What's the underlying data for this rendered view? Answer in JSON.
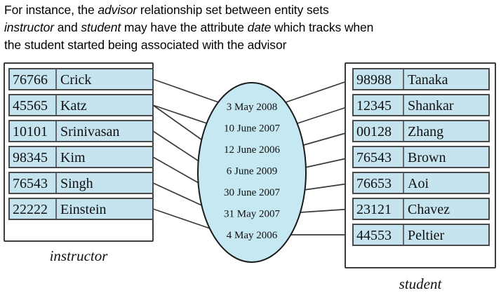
{
  "caption": {
    "line1_a": "For instance, the ",
    "line1_em": "advisor",
    "line1_b": " relationship set between entity sets",
    "line2_em1": "instructor",
    "line2_a": " and ",
    "line2_em2": "student",
    "line2_b": " may have the attribute ",
    "line2_em3": "date",
    "line2_c": " which tracks when",
    "line3": "the student started being associated with the advisor"
  },
  "colors": {
    "row_fill": "#c5e4ef",
    "ellipse_fill": "#c5e8f2",
    "border": "#4a4a4a",
    "line": "#3a3a3a",
    "text": "#111111",
    "background": "#ffffff"
  },
  "instructor": {
    "label": "instructor",
    "rows": [
      {
        "id": "76766",
        "name": "Crick"
      },
      {
        "id": "45565",
        "name": "Katz"
      },
      {
        "id": "10101",
        "name": "Srinivasan"
      },
      {
        "id": "98345",
        "name": "Kim"
      },
      {
        "id": "76543",
        "name": "Singh"
      },
      {
        "id": "22222",
        "name": "Einstein"
      }
    ]
  },
  "student": {
    "label": "student",
    "rows": [
      {
        "id": "98988",
        "name": "Tanaka"
      },
      {
        "id": "12345",
        "name": "Shankar"
      },
      {
        "id": "00128",
        "name": "Zhang"
      },
      {
        "id": "76543",
        "name": "Brown"
      },
      {
        "id": "76653",
        "name": "Aoi"
      },
      {
        "id": "23121",
        "name": "Chavez"
      },
      {
        "id": "44553",
        "name": "Peltier"
      }
    ]
  },
  "advisor": {
    "attribute_name": "date",
    "dates": [
      "3 May 2008",
      "10 June 2007",
      "12 June 2006",
      "6 June 2009",
      "30 June 2007",
      "31 May 2007",
      "4 May 2006"
    ]
  },
  "relationships": [
    {
      "instructor_row": 0,
      "date_index": 0,
      "student_row": 0
    },
    {
      "instructor_row": 1,
      "date_index": 1,
      "student_row": 1
    },
    {
      "instructor_row": 1,
      "date_index": 2,
      "student_row": 2
    },
    {
      "instructor_row": 2,
      "date_index": 3,
      "student_row": 3
    },
    {
      "instructor_row": 3,
      "date_index": 4,
      "student_row": 4
    },
    {
      "instructor_row": 4,
      "date_index": 5,
      "student_row": 5
    },
    {
      "instructor_row": 5,
      "date_index": 6,
      "student_row": 6
    }
  ]
}
